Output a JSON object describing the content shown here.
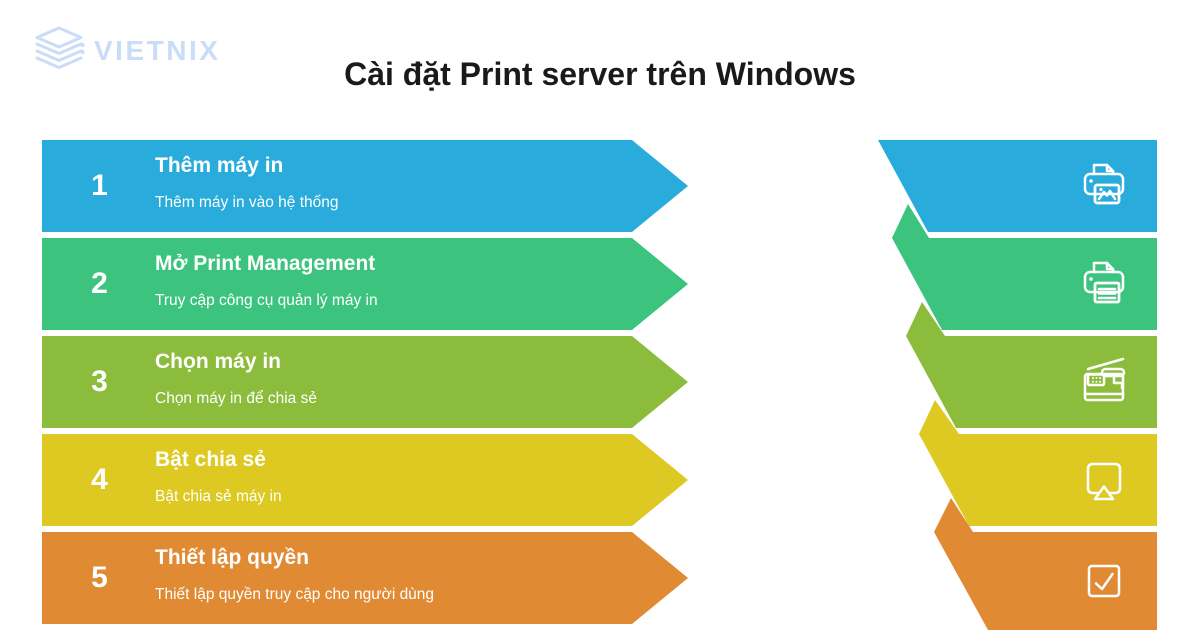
{
  "page": {
    "background": "#ffffff"
  },
  "logo": {
    "brand": "VIETNIX",
    "color": "#c9dcf8",
    "icon": "vietnix-stack-logo-icon"
  },
  "header": {
    "title": "Cài đặt Print server trên Windows",
    "title_color": "#1a1a1a"
  },
  "steps": [
    {
      "number": "1",
      "title": "Thêm máy in",
      "subtitle": "Thêm máy in vào hệ thống",
      "color": "#29abdb",
      "icon": "printer-photo-icon"
    },
    {
      "number": "2",
      "title": "Mở Print Management",
      "subtitle": "Truy cập công cụ quản lý máy in",
      "color": "#3cc47e",
      "icon": "printer-document-icon"
    },
    {
      "number": "3",
      "title": "Chọn máy in",
      "subtitle": "Chọn máy in để chia sẻ",
      "color": "#8cbc3b",
      "icon": "copier-scanner-icon"
    },
    {
      "number": "4",
      "title": "Bật chia sẻ",
      "subtitle": "Bật chia sẻ máy in",
      "color": "#ddc922",
      "icon": "share-cast-icon"
    },
    {
      "number": "5",
      "title": "Thiết lập quyền",
      "subtitle": "Thiết lập quyền truy cập cho người dùng",
      "color": "#e08a33",
      "icon": "checkbox-check-icon"
    }
  ]
}
